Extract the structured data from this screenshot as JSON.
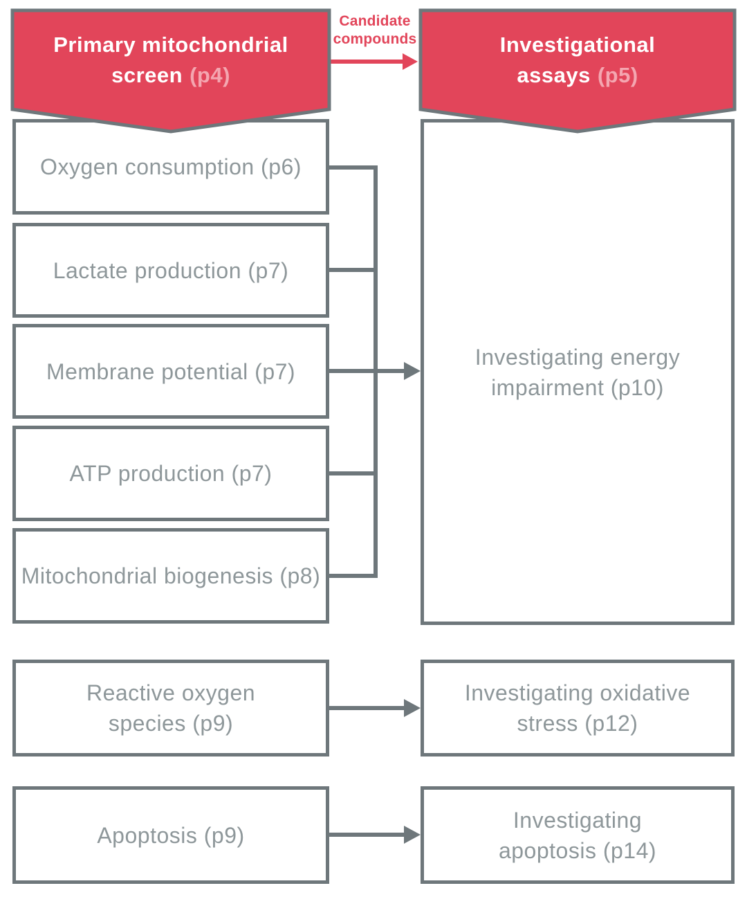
{
  "colors": {
    "accent_red": "#e2455a",
    "accent_pink": "#f4a6b0",
    "line_gray": "#6e777b",
    "text_gray": "#8e979a"
  },
  "banners": {
    "left": {
      "title_line1": "Primary mitochondrial",
      "title_line2": "screen",
      "page": "(p4)"
    },
    "right": {
      "title_line1": "Investigational",
      "title_line2": "assays",
      "page": "(p5)"
    }
  },
  "connector_label": {
    "line1": "Candidate",
    "line2": "compounds"
  },
  "screen_boxes": [
    {
      "lines": [
        "Oxygen consumption (p6)"
      ]
    },
    {
      "lines": [
        "Lactate production (p7)"
      ]
    },
    {
      "lines": [
        "Membrane potential (p7)"
      ]
    },
    {
      "lines": [
        "ATP production (p7)"
      ]
    },
    {
      "lines": [
        "Mitochondrial biogenesis (p8)"
      ]
    }
  ],
  "energy_box": {
    "lines": [
      "Investigating energy",
      "impairment (p10)"
    ]
  },
  "rows": [
    {
      "left": {
        "lines": [
          "Reactive oxygen",
          "species (p9)"
        ]
      },
      "right": {
        "lines": [
          "Investigating oxidative",
          "stress (p12)"
        ]
      }
    },
    {
      "left": {
        "lines": [
          "Apoptosis (p9)"
        ]
      },
      "right": {
        "lines": [
          "Investigating",
          "apoptosis (p14)"
        ]
      }
    }
  ]
}
